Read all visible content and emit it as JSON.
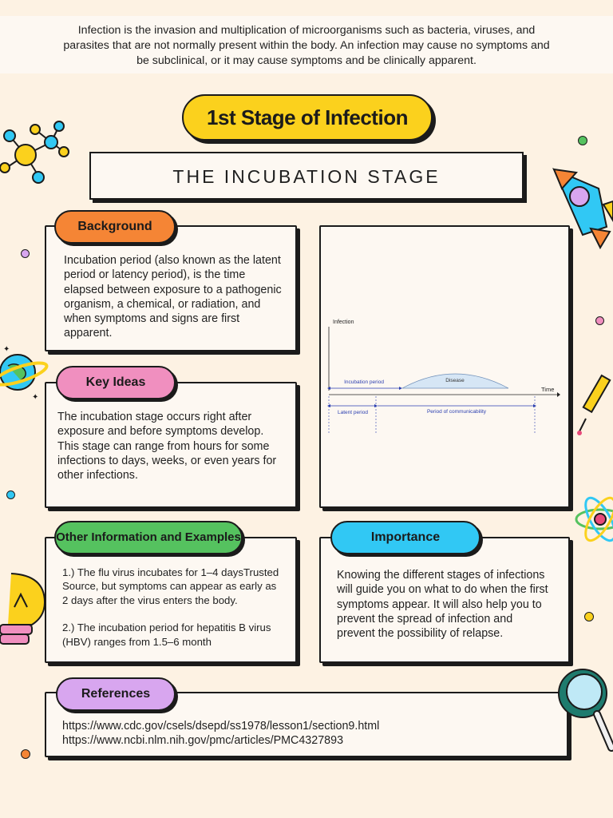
{
  "intro": {
    "text": "Infection is the invasion and multiplication of microorganisms such as bacteria, viruses, and parasites that are not normally present within the body. An infection may cause no symptoms and be subclinical, or it may cause symptoms and be clinically apparent."
  },
  "header": {
    "title": "1st Stage of Infection",
    "subtitle": "THE INCUBATION STAGE"
  },
  "background": {
    "label": "Background",
    "text": " Incubation period (also known as the latent period or latency period), is the time elapsed between exposure to a pathogenic organism, a chemical, or radiation, and when symptoms and signs are first apparent."
  },
  "key_ideas": {
    "label": "Key Ideas",
    "text": "The incubation stage occurs right after exposure and before symptoms develop. This stage can range from hours for some infections to days, weeks, or even years for other infections."
  },
  "diagram": {
    "y_label": "Infection",
    "x_label": "Time",
    "disease_label": "Disease",
    "incubation_label": "Incubation period",
    "latent_label": "Latent period",
    "communicability_label": "Period of communicability"
  },
  "other_info": {
    "label": "Other Information and Examples",
    "example_1": "1.) The flu virus incubates for 1–4 daysTrusted Source, but symptoms can appear as early as 2 days after the virus enters the body.",
    "example_2": "2.) The incubation period for hepatitis B virus (HBV) ranges from 1.5–6 month"
  },
  "importance": {
    "label": "Importance",
    "text": "Knowing the different stages of infections will guide you on what to do when the first symptoms appear. It will also help you to prevent the spread of infection and prevent the possibility of relapse."
  },
  "references": {
    "label": "References",
    "link_1": "https://www.cdc.gov/csels/dsepd/ss1978/lesson1/section9.html",
    "link_2": "https://www.ncbi.nlm.nih.gov/pmc/articles/PMC4327893"
  },
  "colors": {
    "background": "#fdf2e3",
    "title_yellow": "#fbd11d",
    "background_orange": "#f58535",
    "key_ideas_pink": "#f08fbf",
    "other_info_green": "#55c25f",
    "importance_blue": "#31c8f4",
    "references_purple": "#d8a6ef"
  },
  "decorations": [
    "molecule-icon",
    "rocket-icon",
    "planet-icon",
    "syringe-icon",
    "atom-icon",
    "lightbulb-icon",
    "magnifier-icon"
  ]
}
